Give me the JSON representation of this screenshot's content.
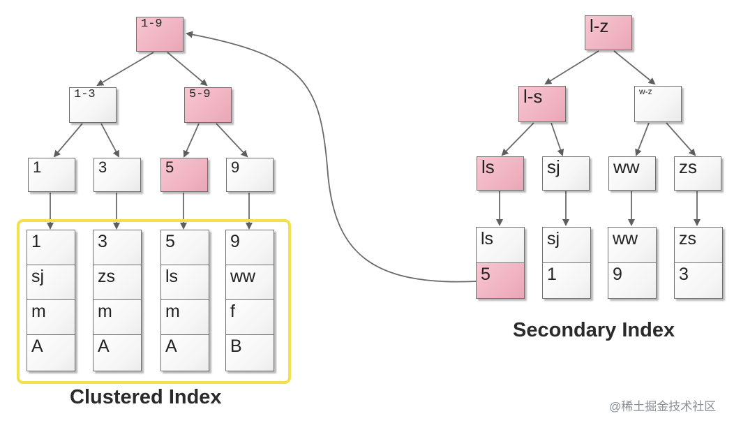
{
  "clustered": {
    "root": "1-9",
    "left_branch": "1-3",
    "right_branch": "5-9",
    "leaves": [
      "1",
      "3",
      "5",
      "9"
    ],
    "rows": [
      {
        "key": "1",
        "name": "sj",
        "gender": "m",
        "grade": "A"
      },
      {
        "key": "3",
        "name": "zs",
        "gender": "m",
        "grade": "A"
      },
      {
        "key": "5",
        "name": "ls",
        "gender": "m",
        "grade": "A"
      },
      {
        "key": "9",
        "name": "ww",
        "gender": "f",
        "grade": "B"
      }
    ],
    "caption": "Clustered Index"
  },
  "secondary": {
    "root": "l-z",
    "left_branch": "l-s",
    "right_branch": "w-z",
    "leaves": [
      "ls",
      "sj",
      "ww",
      "zs"
    ],
    "rows": [
      {
        "key": "ls",
        "pk": "5"
      },
      {
        "key": "sj",
        "pk": "1"
      },
      {
        "key": "ww",
        "pk": "9"
      },
      {
        "key": "zs",
        "pk": "3"
      }
    ],
    "caption": "Secondary Index"
  },
  "watermark": "@稀土掘金技术社区",
  "colors": {
    "highlight": "#efb0bf",
    "frame": "#f2e14a",
    "line": "#6f6f6f"
  }
}
